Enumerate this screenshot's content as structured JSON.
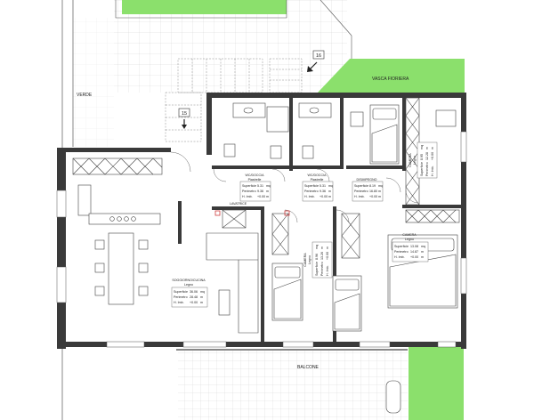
{
  "labels": {
    "verde": "VERDE",
    "vasca": "VASCA FIORIERA",
    "balcone": "BALCONE",
    "lavatrice": "LAVATRICE",
    "marker15": "15",
    "marker16": "16"
  },
  "rooms": {
    "wc1": {
      "title": "WC/DOCCIA",
      "floor": "Piastrelle",
      "rows": [
        [
          "Superficie",
          "5.31",
          "mq"
        ],
        [
          "Perimetro",
          "9.36",
          "m"
        ],
        [
          "H. Imb.",
          "+0.00",
          "m"
        ]
      ]
    },
    "wc2": {
      "title": "WC/DOCCIA",
      "floor": "Piastrelle",
      "rows": [
        [
          "Superficie",
          "5.31",
          "mq"
        ],
        [
          "Perimetro",
          "9.36",
          "m"
        ],
        [
          "H. Imb.",
          "+0.00",
          "m"
        ]
      ]
    },
    "disimpegno": {
      "title": "DISIMPEGNO",
      "floor": "Legno",
      "rows": [
        [
          "Superficie",
          "8.19",
          "mq"
        ],
        [
          "Perimetro",
          "16.80",
          "m"
        ],
        [
          "H. Imb.",
          "+0.00",
          "m"
        ]
      ]
    },
    "camera_main": {
      "title": "CAMERA",
      "floor": "Legno",
      "rows": [
        [
          "Superficie",
          "13.08",
          "mq"
        ],
        [
          "Perimetro",
          "14.87",
          "m"
        ],
        [
          "H. Imb.",
          "+0.00",
          "m"
        ]
      ]
    },
    "soggiorno": {
      "title": "SOGGIORNO/CUCINA",
      "floor": "Legno",
      "rows": [
        [
          "Superficie",
          "36.06",
          "mq"
        ],
        [
          "Perimetro",
          "28.48",
          "m"
        ],
        [
          "H. Imb.",
          "+0.00",
          "m"
        ]
      ]
    },
    "camera_mid": {
      "title": "CAMERA",
      "floor": "Legno",
      "rows": [
        [
          "Superficie",
          "8.96",
          "mq"
        ],
        [
          "Perimetro",
          "13.26",
          "m"
        ],
        [
          "H. Imb.",
          "+0.00",
          "m"
        ]
      ]
    },
    "camera_right": {
      "title": "CAMERA",
      "floor": "Legno",
      "rows": [
        [
          "Superficie",
          "8.95",
          "mq"
        ],
        [
          "Perimetro",
          "12.28",
          "m"
        ],
        [
          "H. Imb.",
          "+0.00",
          "m"
        ]
      ]
    }
  },
  "colors": {
    "wall": "#3a3a3a",
    "green": "#8be06c",
    "line": "#555555",
    "grid": "#c9c9c9",
    "accent": "#d04040"
  }
}
